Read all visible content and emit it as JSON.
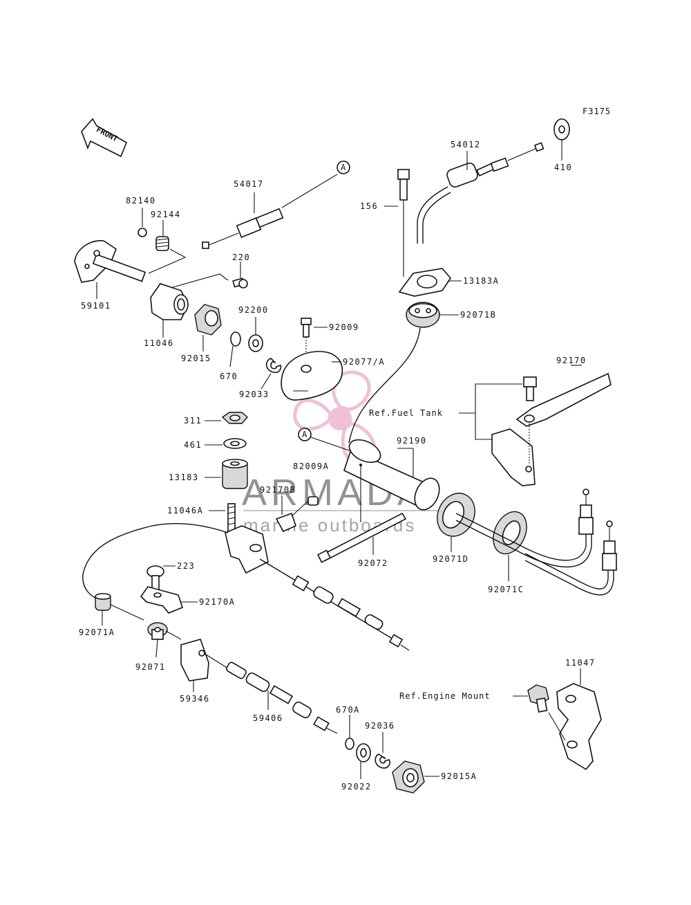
{
  "figure_code": "F3175",
  "front_label": "FRONT",
  "watermark": {
    "brand": "ARMADA",
    "tagline": "marine outboards",
    "color": "#e38fb5"
  },
  "ref_labels": {
    "fuel_tank": "Ref.Fuel Tank",
    "engine_mount": "Ref.Engine Mount"
  },
  "callout_A": "A",
  "parts": {
    "p410": "410",
    "p54012": "54012",
    "p156": "156",
    "p13183A": "13183A",
    "p92071B": "92071B",
    "p54017": "54017",
    "p82140": "82140",
    "p92144": "92144",
    "p220": "220",
    "p59101": "59101",
    "p11046": "11046",
    "p92200": "92200",
    "p92009": "92009",
    "p92015": "92015",
    "p670": "670",
    "p92077A": "92077/A",
    "p92033": "92033",
    "p92170": "92170",
    "p311": "311",
    "p461": "461",
    "p13183": "13183",
    "p82009A": "82009A",
    "p92190": "92190",
    "p92170B": "92170B",
    "p11046A": "11046A",
    "p92072": "92072",
    "p92071D": "92071D",
    "p92071C": "92071C",
    "p223": "223",
    "p92170A": "92170A",
    "p92071A": "92071A",
    "p92071": "92071",
    "p59346": "59346",
    "p59406": "59406",
    "p670A": "670A",
    "p92036": "92036",
    "p92022": "92022",
    "p92015A": "92015A",
    "p11047": "11047"
  }
}
